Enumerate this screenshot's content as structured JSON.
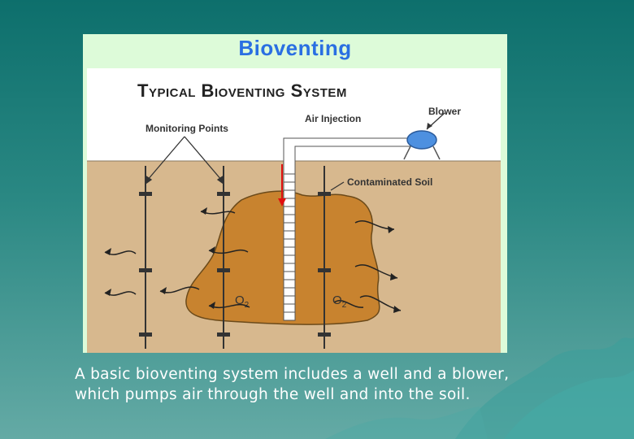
{
  "slide": {
    "title": "Bioventing",
    "caption_lines": [
      "A basic bioventing system includes a well and a blower,",
      "which pumps  air through the well and into the soil."
    ]
  },
  "diagram": {
    "heading": "Typical Bioventing System",
    "labels": {
      "monitoring_points": "Monitoring Points",
      "air_injection": "Air Injection",
      "blower": "Blower",
      "contaminated_soil": "Contaminated Soil",
      "oxygen_left": "O",
      "oxygen_right": "O",
      "oxygen_subscript": "2"
    }
  },
  "colors": {
    "background_top": "#0d6f6c",
    "background_bottom": "#64aaa5",
    "panel": "#ddfbd9",
    "title": "#2a6fe2",
    "sky": "#ffffff",
    "soil": "#d7b88e",
    "contamination": "#c8832f",
    "blower": "#4d90e0",
    "arrow_red": "#e01010"
  }
}
